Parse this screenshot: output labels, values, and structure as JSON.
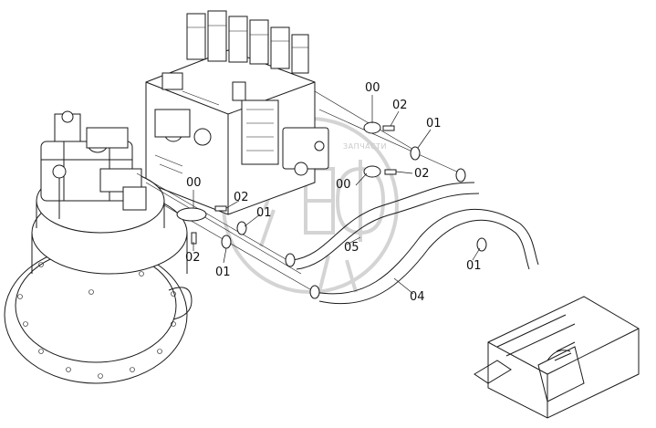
{
  "watermark": {
    "logo_text": "ЭПФ",
    "caption": "ЗАПЧАСТИ"
  },
  "callouts": [
    {
      "id": "c1",
      "label": "00"
    },
    {
      "id": "c2",
      "label": "02"
    },
    {
      "id": "c3",
      "label": "01"
    },
    {
      "id": "c4",
      "label": "02"
    },
    {
      "id": "c5",
      "label": "00"
    },
    {
      "id": "c6",
      "label": "00"
    },
    {
      "id": "c7",
      "label": "02"
    },
    {
      "id": "c8",
      "label": "01"
    },
    {
      "id": "c9",
      "label": "02"
    },
    {
      "id": "c10",
      "label": "01"
    },
    {
      "id": "c11",
      "label": "05"
    },
    {
      "id": "c12",
      "label": "04"
    },
    {
      "id": "c13",
      "label": "01"
    }
  ]
}
